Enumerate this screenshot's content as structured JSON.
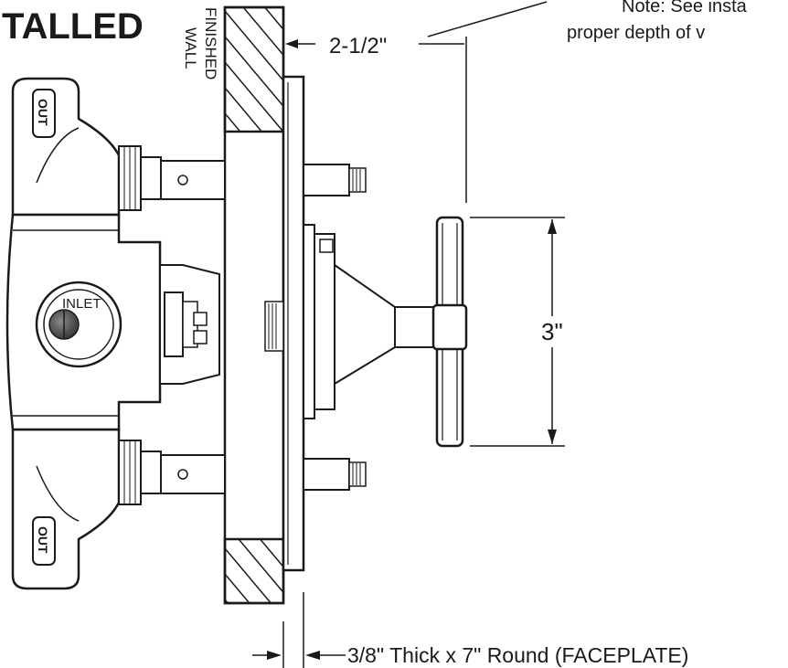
{
  "title": "TALLED",
  "note": {
    "line1": "Note: See insta",
    "line2": "proper depth of v"
  },
  "labels": {
    "finished": "FINISHED",
    "wall": "WALL",
    "inlet": "INLET",
    "out_top": "OUT",
    "out_bottom": "OUT"
  },
  "dimensions": {
    "wall_offset": "2-1/2\"",
    "handle_height": "3\"",
    "faceplate": "3/8\" Thick x 7\" Round (FACEPLATE)"
  },
  "colors": {
    "ink": "#1a1a1a",
    "body_fill": "#ffffff",
    "inlet_cap": "#555555"
  }
}
